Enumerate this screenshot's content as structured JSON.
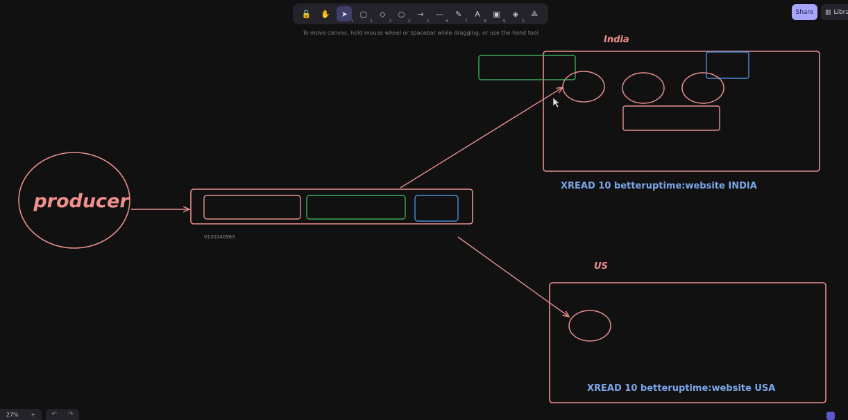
{
  "toolbar": {
    "tools": [
      {
        "name": "lock-tool",
        "icon": "lock-icon",
        "glyph": "🔓",
        "key": ""
      },
      {
        "name": "hand-tool",
        "icon": "hand-icon",
        "glyph": "✋",
        "key": ""
      },
      {
        "name": "selection-tool",
        "icon": "cursor-icon",
        "glyph": "➤",
        "key": "1",
        "active": true
      },
      {
        "name": "rectangle-tool",
        "icon": "rectangle-icon",
        "glyph": "▢",
        "key": "2"
      },
      {
        "name": "diamond-tool",
        "icon": "diamond-icon",
        "glyph": "◇",
        "key": "3"
      },
      {
        "name": "ellipse-tool",
        "icon": "ellipse-icon",
        "glyph": "○",
        "key": "4"
      },
      {
        "name": "arrow-tool",
        "icon": "arrow-icon",
        "glyph": "→",
        "key": "5"
      },
      {
        "name": "line-tool",
        "icon": "line-icon",
        "glyph": "—",
        "key": "6"
      },
      {
        "name": "pencil-tool",
        "icon": "pencil-icon",
        "glyph": "✎",
        "key": "7"
      },
      {
        "name": "text-tool",
        "icon": "text-icon",
        "glyph": "A",
        "key": "8"
      },
      {
        "name": "image-tool",
        "icon": "image-icon",
        "glyph": "▣",
        "key": "9"
      },
      {
        "name": "eraser-tool",
        "icon": "eraser-icon",
        "glyph": "◈",
        "key": "0"
      },
      {
        "name": "extra-tools",
        "icon": "shapes-icon",
        "glyph": "⟁",
        "key": ""
      }
    ],
    "hint": "To move canvas, hold mouse wheel or spacebar while dragging, or use the hand tool"
  },
  "share_label": "Share",
  "library_label": "Library",
  "zoom": {
    "level": "27%",
    "plus": "+"
  },
  "undo": {
    "undo": "↶",
    "redo": "↷"
  },
  "canvas": {
    "producer": "producer",
    "stream_id": "0130140963",
    "india_label": "India",
    "us_label": "US",
    "india_command": "XREAD 10 betteruptime:website INDIA",
    "us_command": "XREAD 10 betteruptime:website USA"
  },
  "colors": {
    "background": "#121112",
    "stroke_red": "#e8918e",
    "stroke_green": "#3bab55",
    "stroke_blue": "#4a8fd6",
    "text_blue": "#7aa6e8",
    "accent": "#a8a5ff"
  }
}
